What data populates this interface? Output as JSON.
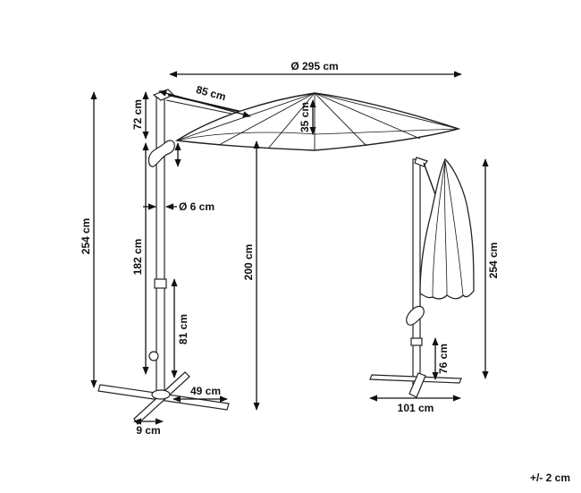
{
  "diagram": {
    "labels": {
      "canopy_diameter": "Ø 295 cm",
      "arm_length": "85 cm",
      "top_section": "72 cm",
      "canopy_height": "35 cm",
      "pole_diameter": "Ø 6 cm",
      "total_height_left": "254 cm",
      "pole_height": "182 cm",
      "clearance": "200 cm",
      "crank_height": "81 cm",
      "base_width": "49 cm",
      "base_height": "9 cm",
      "total_height_right": "254 cm",
      "crank_height_folded": "76 cm",
      "base_length": "101 cm"
    },
    "tolerance": "+/- 2 cm"
  }
}
